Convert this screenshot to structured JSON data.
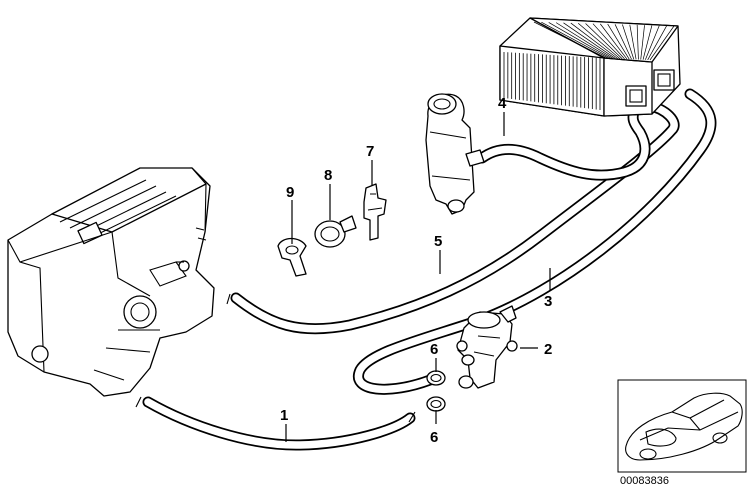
{
  "diagram": {
    "callouts": [
      {
        "id": "1",
        "text": "1"
      },
      {
        "id": "2",
        "text": "2"
      },
      {
        "id": "3",
        "text": "3"
      },
      {
        "id": "4",
        "text": "4"
      },
      {
        "id": "5",
        "text": "5"
      },
      {
        "id": "6a",
        "text": "6"
      },
      {
        "id": "6b",
        "text": "6"
      },
      {
        "id": "7",
        "text": "7"
      },
      {
        "id": "8",
        "text": "8"
      },
      {
        "id": "9",
        "text": "9"
      }
    ],
    "doc_number": "00083836"
  },
  "icons": {
    "engine": "engine-block-icon",
    "heater_core": "heater-core-icon",
    "expansion_tank": "expansion-tank-icon",
    "valve": "water-valve-icon",
    "car_thumbnail": "car-thumbnail-icon"
  }
}
